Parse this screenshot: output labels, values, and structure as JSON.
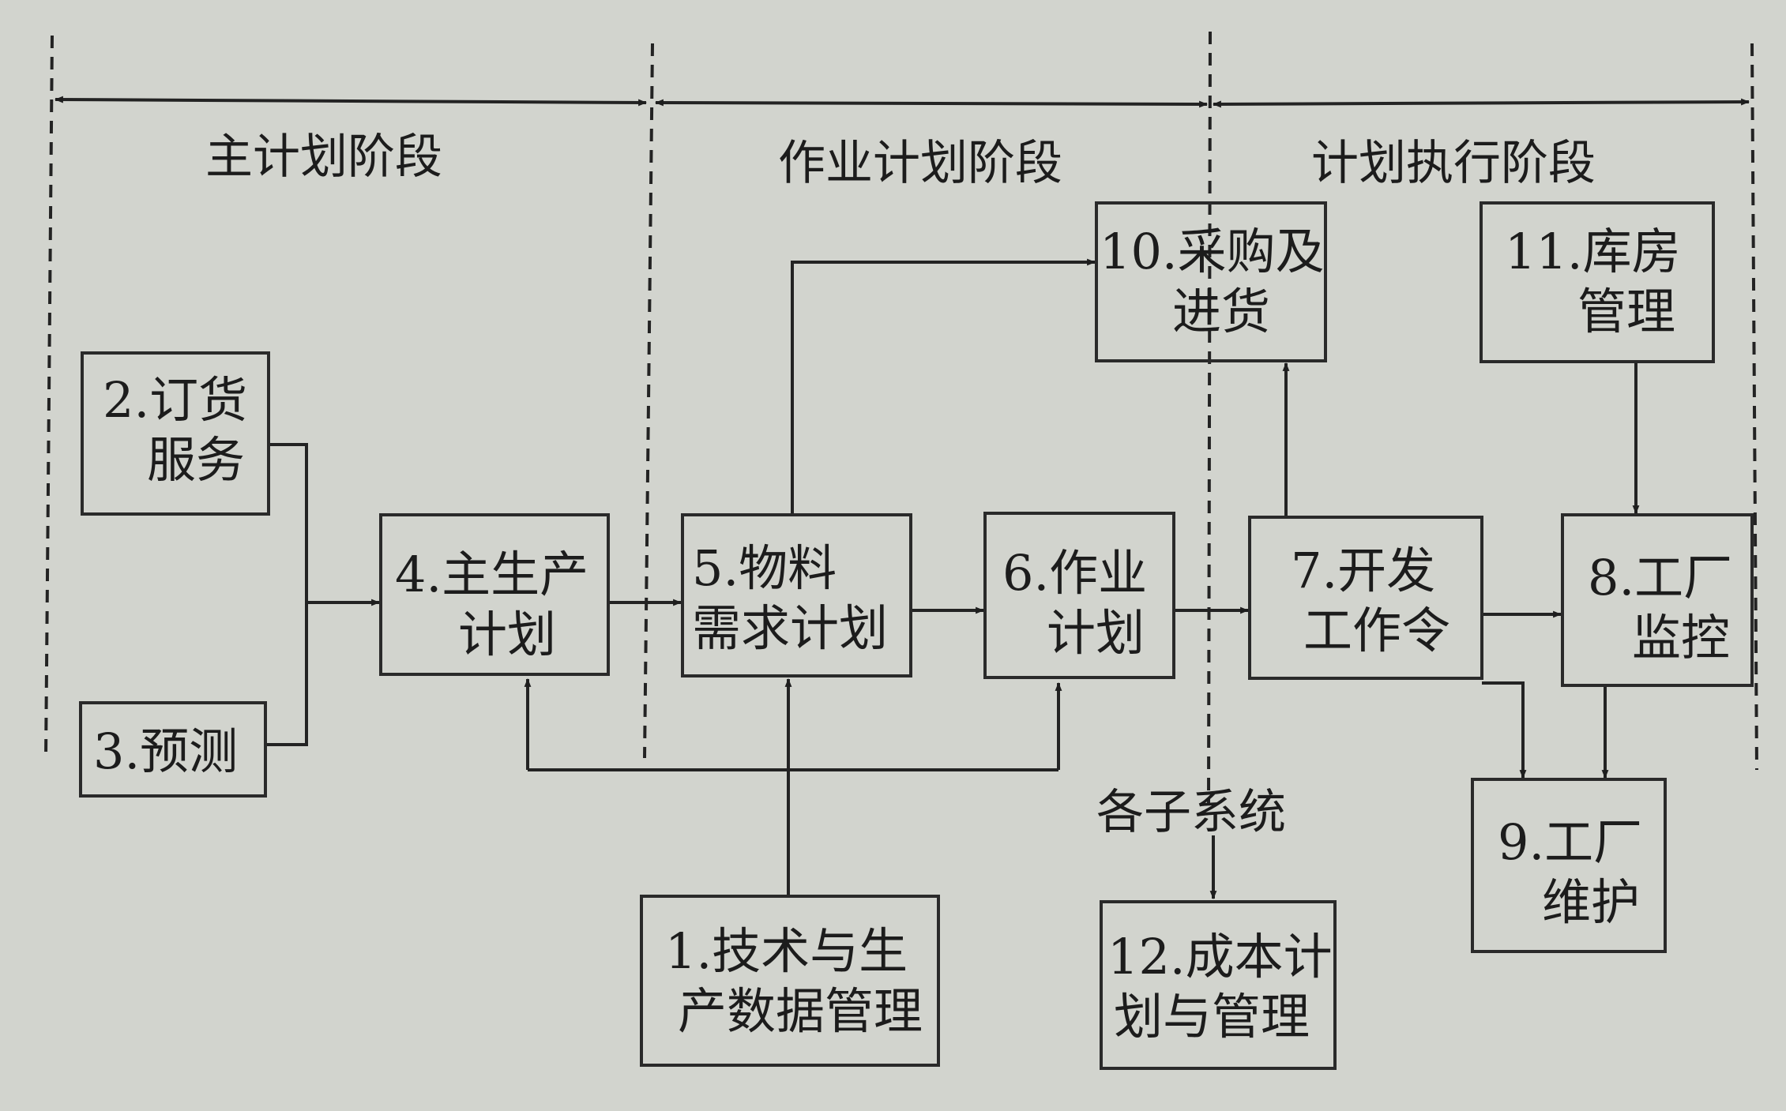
{
  "stages": [
    {
      "id": "master",
      "label": "主计划阶段"
    },
    {
      "id": "operation",
      "label": "作业计划阶段"
    },
    {
      "id": "execution",
      "label": "计划执行阶段"
    }
  ],
  "boxes": {
    "order_service": {
      "lines": [
        "2.订货",
        "服务"
      ]
    },
    "forecast": {
      "lines": [
        "3.预测"
      ]
    },
    "master_production_plan": {
      "lines": [
        "4.主生产",
        "计划"
      ]
    },
    "material_requirements_plan": {
      "lines": [
        "5.物料",
        "需求计划"
      ]
    },
    "operation_plan": {
      "lines": [
        "6.作业",
        "计划"
      ]
    },
    "work_order": {
      "lines": [
        "7.开发",
        "工作令"
      ]
    },
    "plant_monitoring": {
      "lines": [
        "8.工厂",
        "监控"
      ]
    },
    "plant_maintenance": {
      "lines": [
        "9.工厂",
        "维护"
      ]
    },
    "purchasing": {
      "lines": [
        "10.采购及",
        "进货"
      ]
    },
    "warehouse": {
      "lines": [
        "11.库房",
        "管理"
      ]
    },
    "cost_management": {
      "lines": [
        "12.成本计",
        "划与管理"
      ]
    },
    "tech_production_data": {
      "lines": [
        "1.技术与生",
        "产数据管理"
      ]
    }
  },
  "subsystems_label": "各子系统",
  "colors": {
    "background": "#d2d4ce",
    "ink": "#1c1c1c"
  }
}
